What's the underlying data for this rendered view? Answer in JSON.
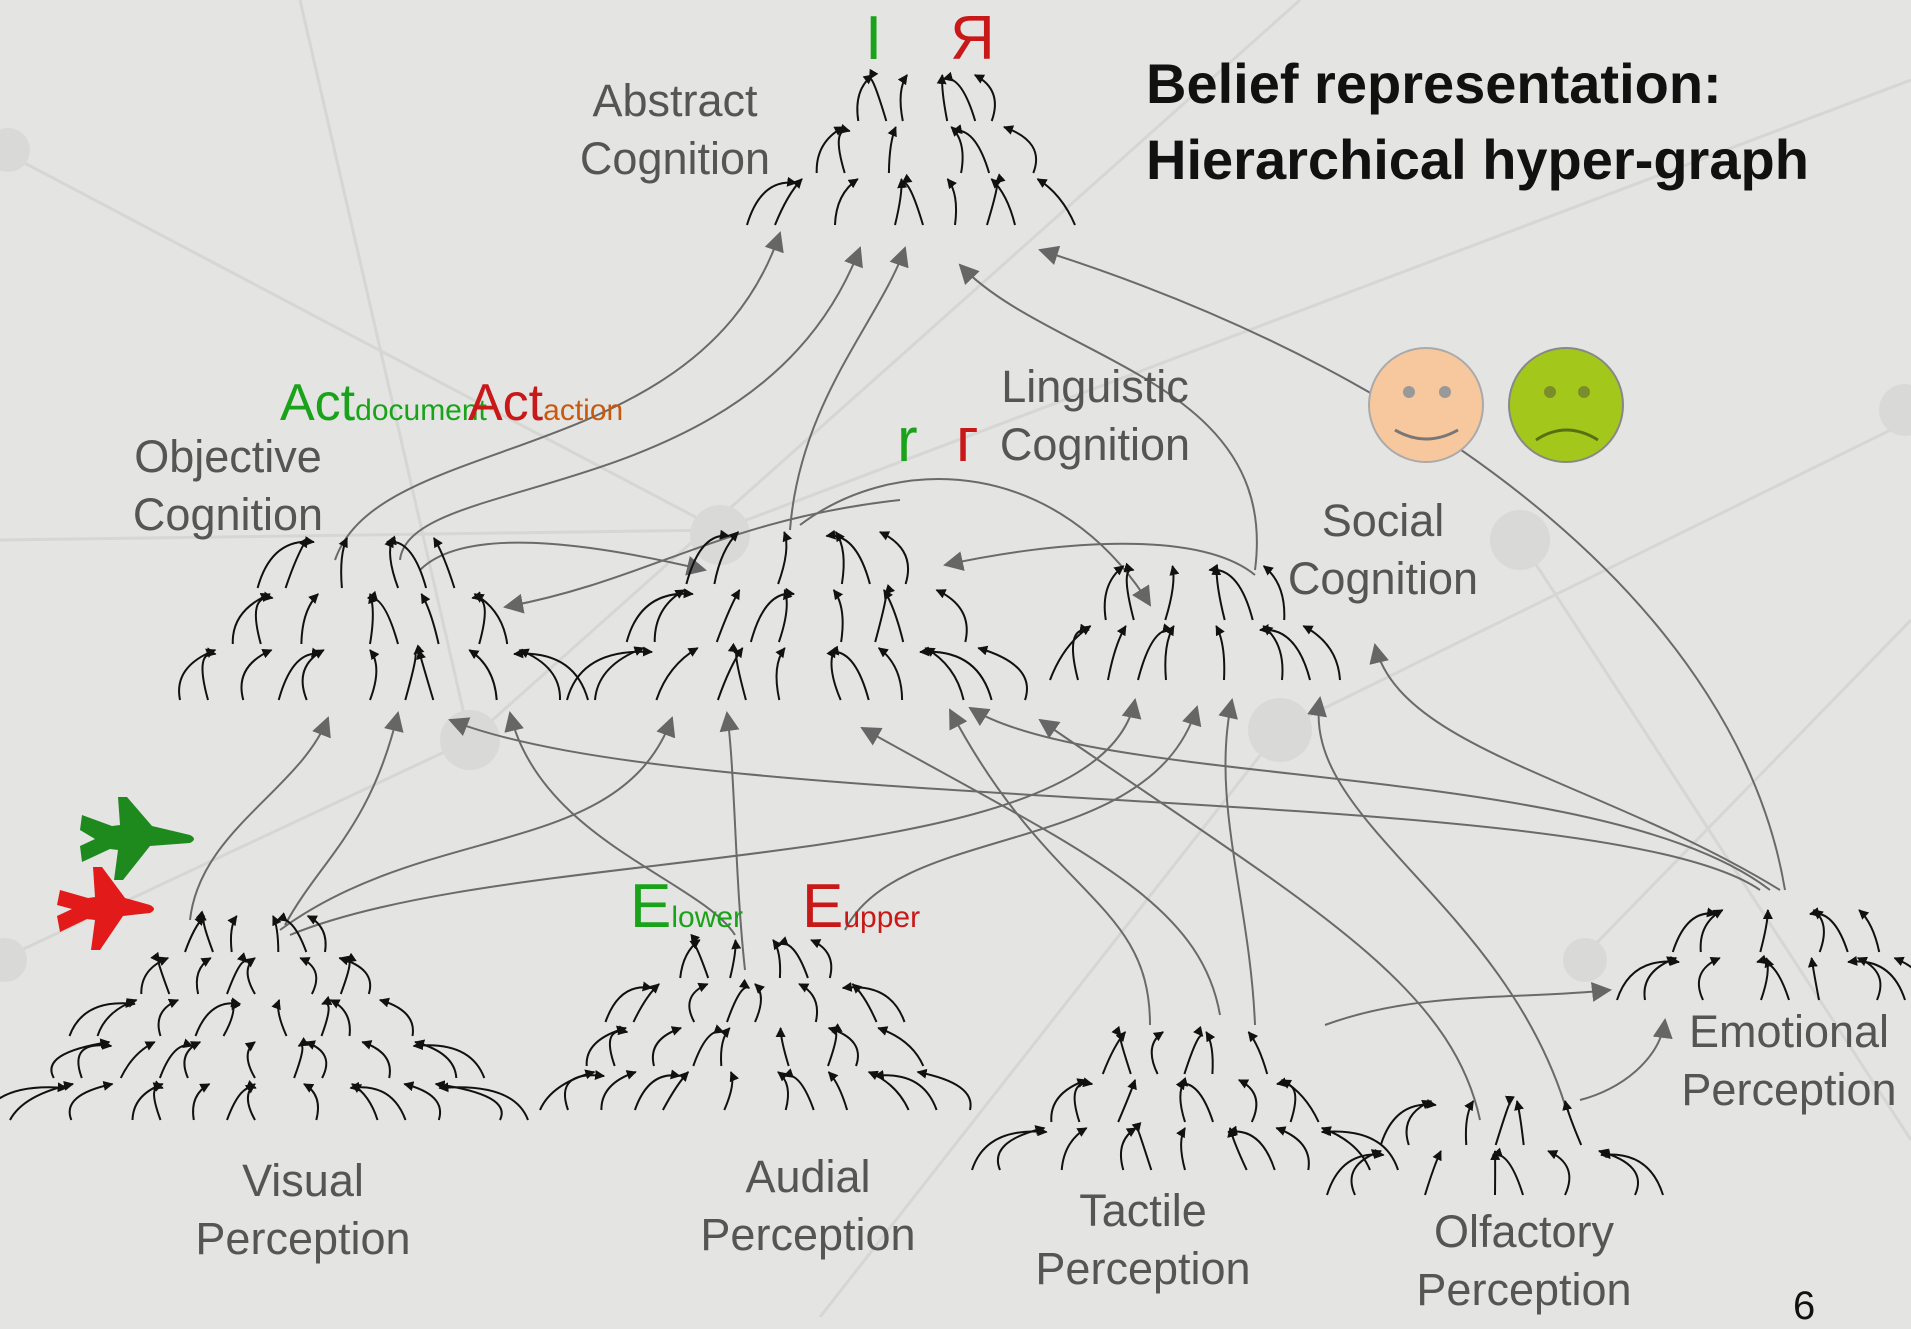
{
  "title": {
    "line1": "Belief representation:",
    "line2": "Hierarchical hyper-graph"
  },
  "labels": {
    "abstract": [
      "Abstract",
      "Cognition"
    ],
    "linguistic": [
      "Linguistic",
      "Cognition"
    ],
    "objective": [
      "Objective",
      "Cognition"
    ],
    "social": [
      "Social",
      "Cognition"
    ],
    "visual": [
      "Visual",
      "Perception"
    ],
    "audial": [
      "Audial",
      "Perception"
    ],
    "tactile": [
      "Tactile",
      "Perception"
    ],
    "olfactory": [
      "Olfactory",
      "Perception"
    ],
    "emotional": [
      "Emotional",
      "Perception"
    ]
  },
  "symbols": {
    "i_latin": "I",
    "ya_cyrillic": "Я",
    "r_latin": "r",
    "ge_cyrillic": "г",
    "act": "Act",
    "act_document_sub": "document",
    "act_action_sub": "action",
    "e": "E",
    "e_lower_sub": "lower",
    "e_upper_sub": "upper"
  },
  "faces": {
    "happy": "happy-face-icon",
    "sad": "sad-face-icon"
  },
  "planes": {
    "green": "green-airplane-icon",
    "red": "red-airplane-icon"
  },
  "colors": {
    "green": "#1aa31a",
    "red": "#c81818",
    "orange": "#c85a10",
    "label_gray": "#555555",
    "happy_face": "#f7c79d",
    "sad_face": "#a3c81b"
  },
  "page_number": "6"
}
